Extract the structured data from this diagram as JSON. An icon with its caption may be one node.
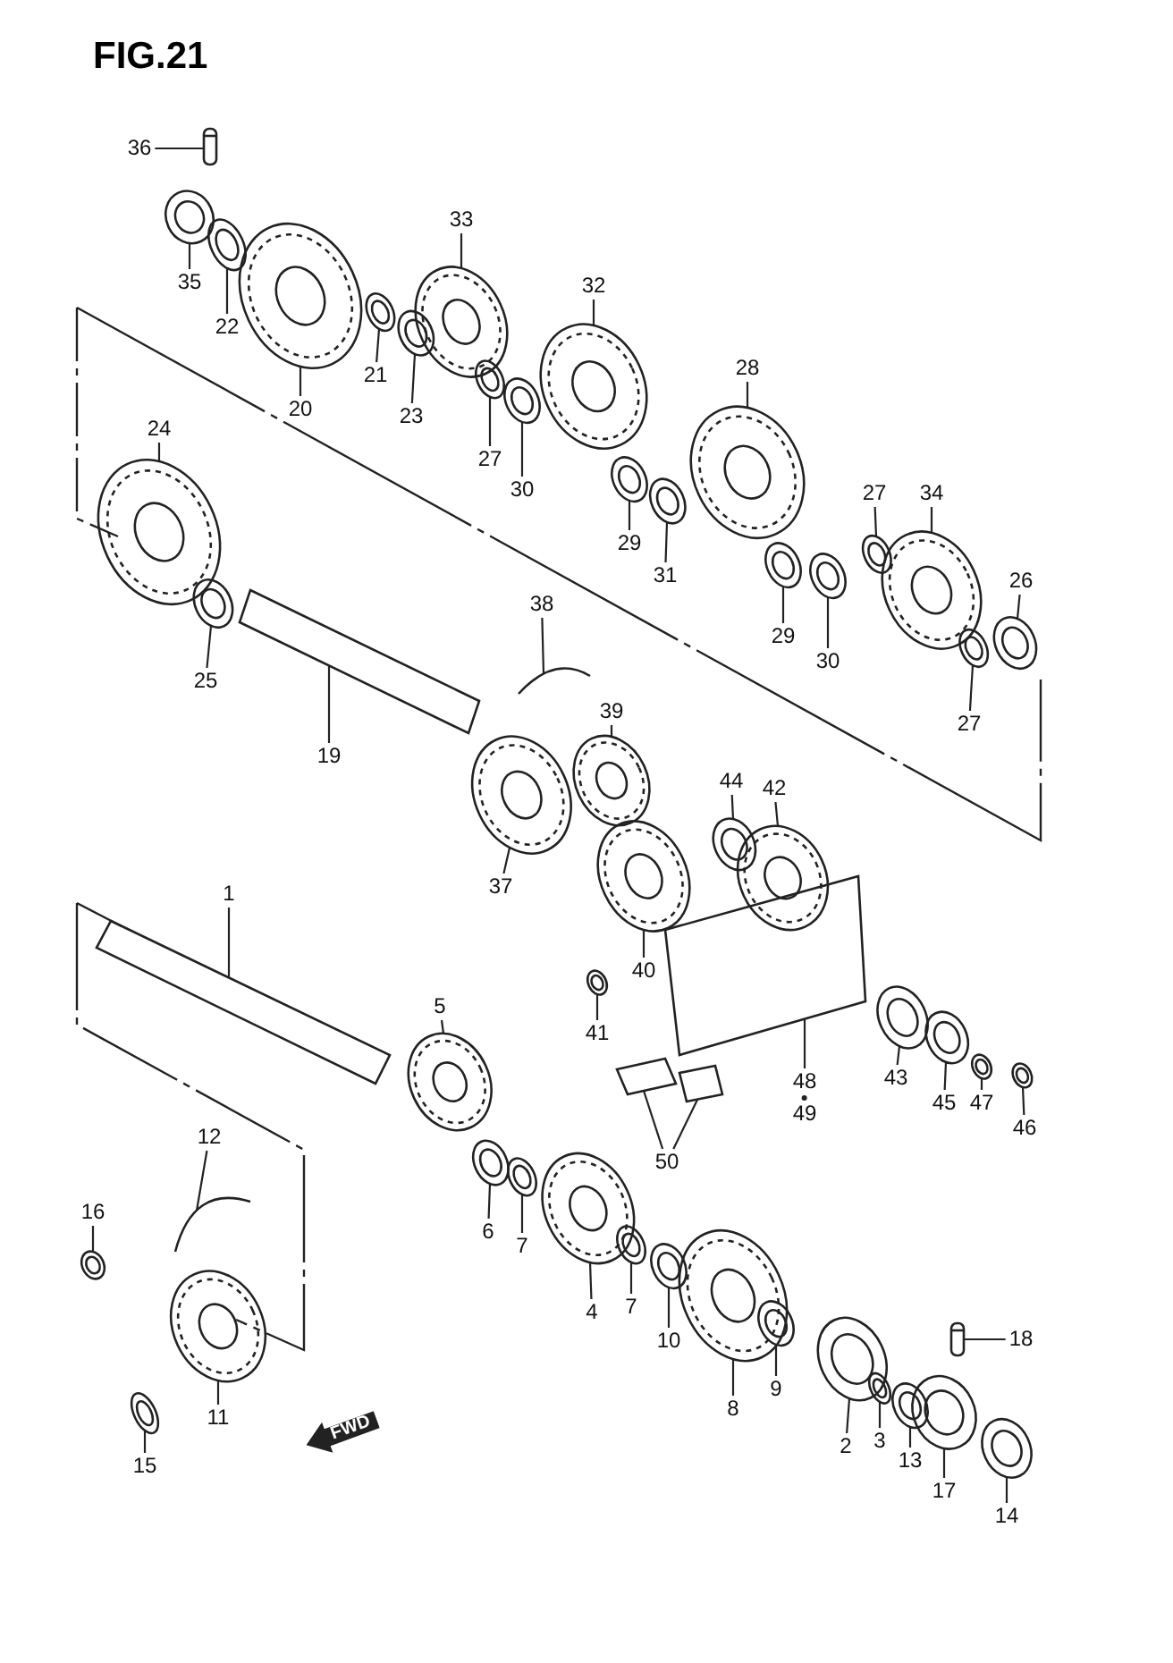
{
  "diagram": {
    "title": "FIG.21",
    "nodes": [
      {
        "text": [
          "36"
        ]
      },
      {
        "text": [
          "35"
        ]
      },
      {
        "text": [
          "22"
        ]
      },
      {
        "text": [
          "20"
        ]
      },
      {
        "text": [
          "21"
        ]
      },
      {
        "text": [
          "23"
        ]
      },
      {
        "text": [
          "33"
        ]
      },
      {
        "text": [
          "27"
        ]
      },
      {
        "text": [
          "30"
        ]
      },
      {
        "text": [
          "32"
        ]
      },
      {
        "text": [
          "29"
        ]
      },
      {
        "text": [
          "31"
        ]
      },
      {
        "text": [
          "28"
        ]
      },
      {
        "text": [
          "29"
        ]
      },
      {
        "text": [
          "30"
        ]
      },
      {
        "text": [
          "27"
        ]
      },
      {
        "text": [
          "34"
        ]
      },
      {
        "text": [
          "27"
        ]
      },
      {
        "text": [
          "26"
        ]
      },
      {
        "text": [
          "24"
        ]
      },
      {
        "text": [
          "25"
        ]
      },
      {
        "text": [
          "19"
        ]
      },
      {
        "text": [
          "38"
        ]
      },
      {
        "text": [
          "39"
        ]
      },
      {
        "text": [
          "37"
        ]
      },
      {
        "text": [
          "44"
        ]
      },
      {
        "text": [
          "42"
        ]
      },
      {
        "text": [
          "40"
        ]
      },
      {
        "text": [
          "41"
        ]
      },
      {
        "text": [
          "48",
          "49"
        ]
      },
      {
        "text": [
          "43"
        ]
      },
      {
        "text": [
          "45"
        ]
      },
      {
        "text": [
          "47"
        ]
      },
      {
        "text": [
          "46"
        ]
      },
      {
        "text": [
          "50"
        ]
      },
      {
        "text": [
          "1"
        ]
      },
      {
        "text": [
          "5"
        ]
      },
      {
        "text": [
          "6"
        ]
      },
      {
        "text": [
          "7"
        ]
      },
      {
        "text": [
          "12"
        ]
      },
      {
        "text": [
          "16"
        ]
      },
      {
        "text": [
          "11"
        ]
      },
      {
        "text": [
          "15"
        ]
      },
      {
        "text": [
          "4"
        ]
      },
      {
        "text": [
          "7"
        ]
      },
      {
        "text": [
          "10"
        ]
      },
      {
        "text": [
          "8"
        ]
      },
      {
        "text": [
          "9"
        ]
      },
      {
        "text": [
          "2"
        ]
      },
      {
        "text": [
          "3"
        ]
      },
      {
        "text": [
          "13"
        ]
      },
      {
        "text": [
          "18"
        ]
      },
      {
        "text": [
          "17"
        ]
      },
      {
        "text": [
          "14"
        ]
      },
      {
        "text": [],
        "shape": "picture"
      },
      {
        "text": [],
        "shape": "picture"
      },
      {
        "text": [],
        "shape": "picture"
      },
      {
        "text": [],
        "shape": "picture"
      },
      {
        "text": [],
        "shape": "picture"
      },
      {
        "text": [],
        "shape": "picture"
      },
      {
        "text": [],
        "shape": "picture"
      },
      {
        "text": [],
        "shape": "picture"
      },
      {
        "text": [],
        "shape": "picture"
      },
      {
        "text": [],
        "shape": "picture"
      },
      {
        "text": [],
        "shape": "picture"
      },
      {
        "text": [],
        "shape": "picture"
      },
      {
        "text": [],
        "shape": "picture"
      },
      {
        "text": [],
        "shape": "picture"
      },
      {
        "text": [],
        "shape": "picture"
      },
      {
        "text": [],
        "shape": "picture"
      },
      {
        "text": [],
        "shape": "picture"
      },
      {
        "text": [],
        "shape": "picture"
      },
      {
        "text": [],
        "shape": "picture"
      },
      {
        "text": [],
        "shape": "picture"
      },
      {
        "text": [],
        "shape": "picture"
      },
      {
        "text": [],
        "shape": "picture"
      },
      {
        "text": [],
        "shape": "picture"
      },
      {
        "text": [],
        "shape": "picture"
      },
      {
        "text": [],
        "shape": "picture"
      },
      {
        "text": [],
        "shape": "picture"
      },
      {
        "text": [],
        "shape": "picture"
      },
      {
        "text": [],
        "shape": "picture"
      },
      {
        "text": [],
        "shape": "picture"
      },
      {
        "text": [],
        "shape": "picture"
      },
      {
        "text": [],
        "shape": "picture"
      },
      {
        "text": [],
        "shape": "picture"
      },
      {
        "text": [],
        "shape": "picture"
      },
      {
        "text": [],
        "shape": "picture"
      },
      {
        "text": [],
        "shape": "picture"
      },
      {
        "text": [],
        "shape": "picture"
      },
      {
        "text": [],
        "shape": "picture"
      },
      {
        "text": [],
        "shape": "picture"
      },
      {
        "text": [],
        "shape": "picture"
      },
      {
        "text": [],
        "shape": "picture"
      },
      {
        "text": [],
        "shape": "picture"
      },
      {
        "text": [],
        "shape": "picture"
      },
      {
        "text": [],
        "shape": "picture"
      },
      {
        "text": [],
        "shape": "picture"
      },
      {
        "text": [],
        "shape": "picture"
      },
      {
        "text": [],
        "shape": "picture"
      },
      {
        "text": [],
        "shape": "picture"
      },
      {
        "text": [],
        "shape": "picture"
      },
      {
        "text": [],
        "shape": "picture"
      },
      {
        "text": [],
        "shape": "picture"
      },
      {
        "text": [],
        "shape": "picture"
      },
      {
        "text": [],
        "shape": "picture"
      },
      {
        "text": [],
        "shape": "picture"
      },
      {
        "text": [],
        "shape": "picture"
      },
      {
        "text": [],
        "shape": "picture"
      }
    ],
    "edges": [
      {
        "from": 0,
        "to": 54,
        "arrow": "none"
      },
      {
        "from": 1,
        "to": 55,
        "arrow": "none"
      },
      {
        "from": 2,
        "to": 56,
        "arrow": "none"
      },
      {
        "from": 3,
        "to": 57,
        "arrow": "none"
      },
      {
        "from": 4,
        "to": 58,
        "arrow": "none"
      },
      {
        "from": 5,
        "to": 59,
        "arrow": "none"
      },
      {
        "from": 6,
        "to": 60,
        "arrow": "none"
      },
      {
        "from": 7,
        "to": 61,
        "arrow": "none"
      },
      {
        "from": 8,
        "to": 62,
        "arrow": "none"
      },
      {
        "from": 9,
        "to": 63,
        "arrow": "none"
      },
      {
        "from": 10,
        "to": 64,
        "arrow": "none"
      },
      {
        "from": 11,
        "to": 65,
        "arrow": "none"
      },
      {
        "from": 12,
        "to": 66,
        "arrow": "none"
      },
      {
        "from": 13,
        "to": 67,
        "arrow": "none"
      },
      {
        "from": 14,
        "to": 68,
        "arrow": "none"
      },
      {
        "from": 15,
        "to": 69,
        "arrow": "none"
      },
      {
        "from": 16,
        "to": 70,
        "arrow": "none"
      },
      {
        "from": 17,
        "to": 71,
        "arrow": "none"
      },
      {
        "from": 18,
        "to": 72,
        "arrow": "none"
      },
      {
        "from": 19,
        "to": 73,
        "arrow": "none"
      },
      {
        "from": 20,
        "to": 74,
        "arrow": "none"
      },
      {
        "from": 21,
        "to": 75,
        "arrow": "none"
      },
      {
        "from": 22,
        "to": 76,
        "arrow": "none"
      },
      {
        "from": 23,
        "to": 77,
        "arrow": "none"
      },
      {
        "from": 24,
        "to": 78,
        "arrow": "none"
      },
      {
        "from": 25,
        "to": 79,
        "arrow": "none"
      },
      {
        "from": 26,
        "to": 80,
        "arrow": "none"
      },
      {
        "from": 27,
        "to": 81,
        "arrow": "none"
      },
      {
        "from": 28,
        "to": 82,
        "arrow": "none"
      },
      {
        "from": 29,
        "to": 83,
        "arrow": "none"
      },
      {
        "from": 30,
        "to": 84,
        "arrow": "none"
      },
      {
        "from": 31,
        "to": 85,
        "arrow": "none"
      },
      {
        "from": 32,
        "to": 86,
        "arrow": "none"
      },
      {
        "from": 33,
        "to": 87,
        "arrow": "none"
      },
      {
        "from": 34,
        "to": 88,
        "arrow": "none"
      },
      {
        "from": 34,
        "to": 89,
        "arrow": "none"
      },
      {
        "from": 35,
        "to": 90,
        "arrow": "none"
      },
      {
        "from": 36,
        "to": 91,
        "arrow": "none"
      },
      {
        "from": 37,
        "to": 92,
        "arrow": "none"
      },
      {
        "from": 38,
        "to": 93,
        "arrow": "none"
      },
      {
        "from": 39,
        "to": 94,
        "arrow": "none"
      },
      {
        "from": 40,
        "to": 95,
        "arrow": "none"
      },
      {
        "from": 41,
        "to": 96,
        "arrow": "none"
      },
      {
        "from": 42,
        "to": 97,
        "arrow": "none"
      },
      {
        "from": 43,
        "to": 98,
        "arrow": "none"
      },
      {
        "from": 44,
        "to": 99,
        "arrow": "none"
      },
      {
        "from": 45,
        "to": 100,
        "arrow": "none"
      },
      {
        "from": 46,
        "to": 101,
        "arrow": "none"
      },
      {
        "from": 47,
        "to": 102,
        "arrow": "none"
      },
      {
        "from": 48,
        "to": 103,
        "arrow": "none"
      },
      {
        "from": 49,
        "to": 104,
        "arrow": "none"
      },
      {
        "from": 50,
        "to": 105,
        "arrow": "none"
      },
      {
        "from": 51,
        "to": 106,
        "arrow": "none"
      },
      {
        "from": 52,
        "to": 107,
        "arrow": "none"
      },
      {
        "from": 53,
        "to": 108,
        "arrow": "none"
      }
    ],
    "labels": [
      "FWD"
    ]
  }
}
